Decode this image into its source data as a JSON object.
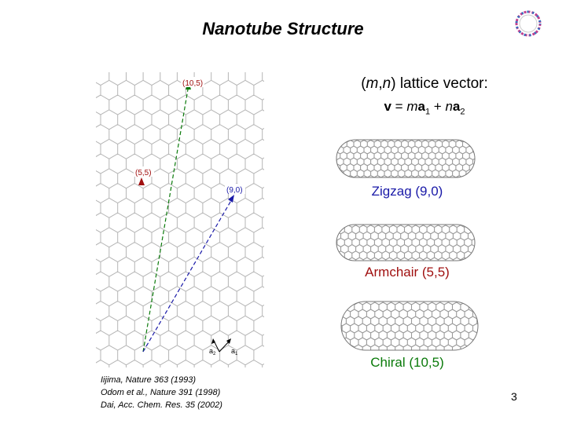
{
  "slide": {
    "title": "Nanotube Structure",
    "lattice_vector_label": "(m,n) lattice vector:",
    "formula": {
      "v": "v",
      "eq": " = ",
      "m": "m",
      "a1": "a",
      "sub1": "1",
      "plus": " + ",
      "n": "n",
      "a2": "a",
      "sub2": "2"
    },
    "lattice_labels": {
      "chiral": "(10,5)",
      "armchair": "(5,5)",
      "zigzag": "(9,0)",
      "a2": "a",
      "a2_sub": "2",
      "a1": "a",
      "a1_sub": "1"
    },
    "tubes": [
      {
        "caption": "Zigzag (9,0)"
      },
      {
        "caption": "Armchair (5,5)"
      },
      {
        "caption": "Chiral (10,5)"
      }
    ],
    "references": [
      "Iijima, Nature 363 (1993)",
      "Odom et al., Nature 391 (1998)",
      "Dai, Acc. Chem. Res. 35 (2002)"
    ],
    "page_number": "3",
    "colors": {
      "zigzag": "#1a1aa8",
      "armchair": "#a01010",
      "chiral": "#0a7a0a",
      "lattice": "#b5b5b5",
      "tube": "#9a9a9a"
    }
  }
}
